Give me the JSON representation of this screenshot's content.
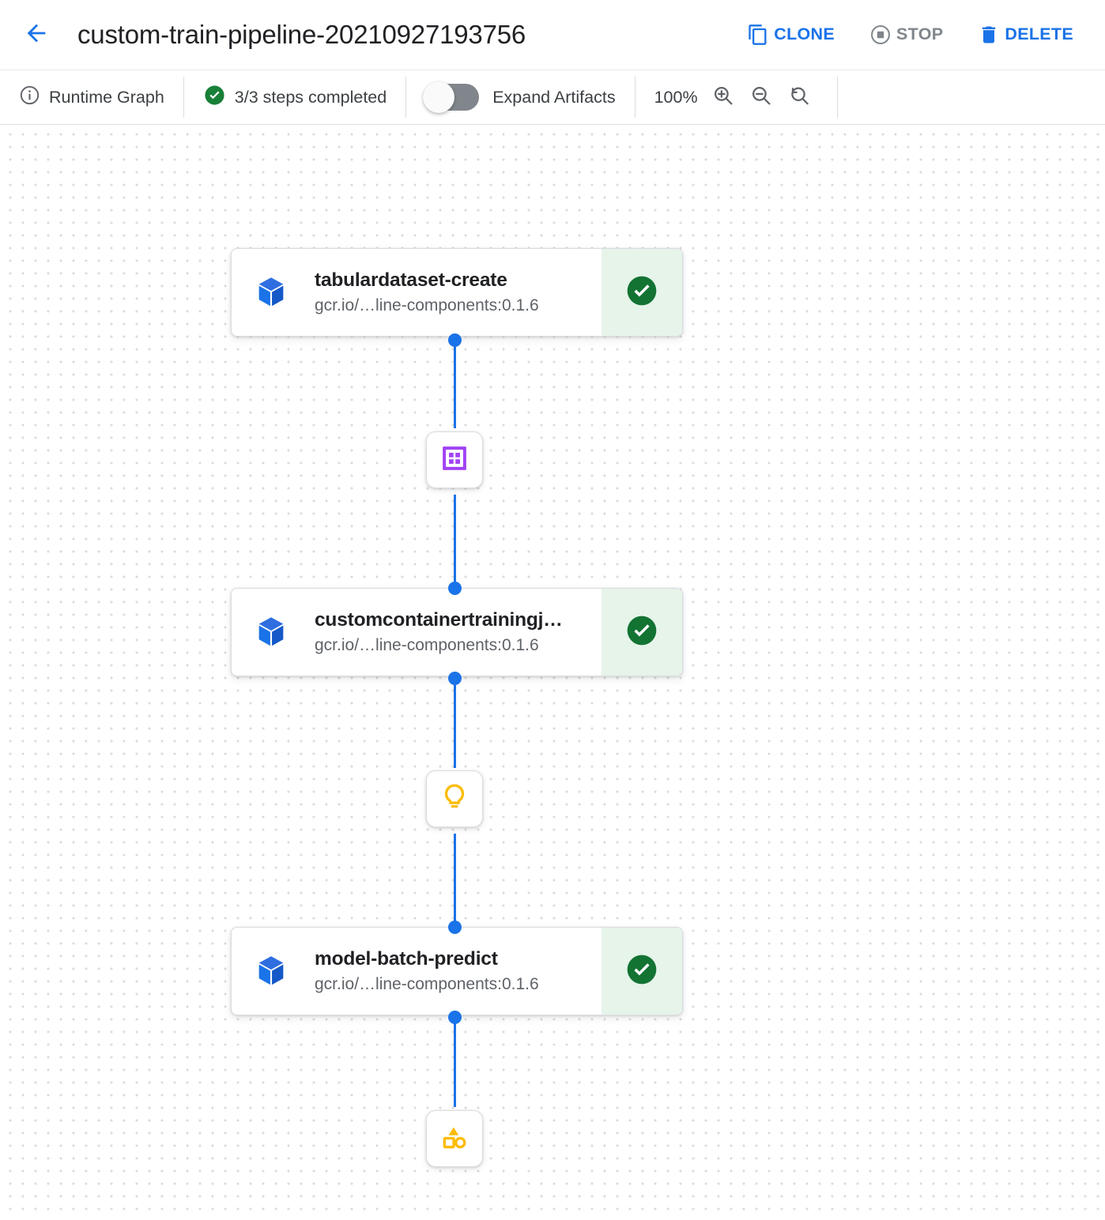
{
  "header": {
    "back_icon": "arrow-back-icon",
    "title": "custom-train-pipeline-20210927193756",
    "actions": [
      {
        "id": "clone",
        "label": "CLONE",
        "icon": "copy-icon",
        "enabled": true
      },
      {
        "id": "stop",
        "label": "STOP",
        "icon": "stop-circle-icon",
        "enabled": false
      },
      {
        "id": "delete",
        "label": "DELETE",
        "icon": "trash-icon",
        "enabled": true
      }
    ]
  },
  "toolbar": {
    "graph_mode": {
      "label": "Runtime Graph",
      "icon": "info-icon"
    },
    "steps_status": {
      "label": "3/3 steps completed",
      "icon": "check-circle-icon"
    },
    "expand_artifacts": {
      "label": "Expand Artifacts",
      "state": "off"
    },
    "zoom_level": "100%",
    "zoom_in": {
      "icon": "zoom-in-icon"
    },
    "zoom_out": {
      "icon": "zoom-out-icon"
    },
    "zoom_reset": {
      "icon": "zoom-reset-icon"
    }
  },
  "graph": {
    "nodes": [
      {
        "id": "tabulardataset-create",
        "title": "tabulardataset-create",
        "subtitle": "gcr.io/…line-components:0.1.6",
        "icon": "cube-icon",
        "status": "succeeded",
        "status_icon": "check-circle-icon"
      },
      {
        "id": "customcontainertrainingjob",
        "title": "customcontainertrainingj…",
        "subtitle": "gcr.io/…line-components:0.1.6",
        "icon": "cube-icon",
        "status": "succeeded",
        "status_icon": "check-circle-icon"
      },
      {
        "id": "model-batch-predict",
        "title": "model-batch-predict",
        "subtitle": "gcr.io/…line-components:0.1.6",
        "icon": "cube-icon",
        "status": "succeeded",
        "status_icon": "check-circle-icon"
      }
    ],
    "artifacts": [
      {
        "id": "dataset-artifact",
        "icon": "dataset-grid-icon",
        "color": "#a142f4"
      },
      {
        "id": "model-artifact",
        "icon": "lightbulb-icon",
        "color": "#fbbc04"
      },
      {
        "id": "batch-prediction-artifact",
        "icon": "shapes-icon",
        "color": "#fbbc04"
      }
    ]
  },
  "colors": {
    "accent_blue": "#1a73e8",
    "success_green": "#188038",
    "success_bg": "#e6f4ea",
    "artifact_purple": "#a142f4",
    "artifact_amber": "#fbbc04",
    "text_primary": "#202124",
    "text_secondary": "#5f6368",
    "grid_dot": "#dcdcdd"
  }
}
